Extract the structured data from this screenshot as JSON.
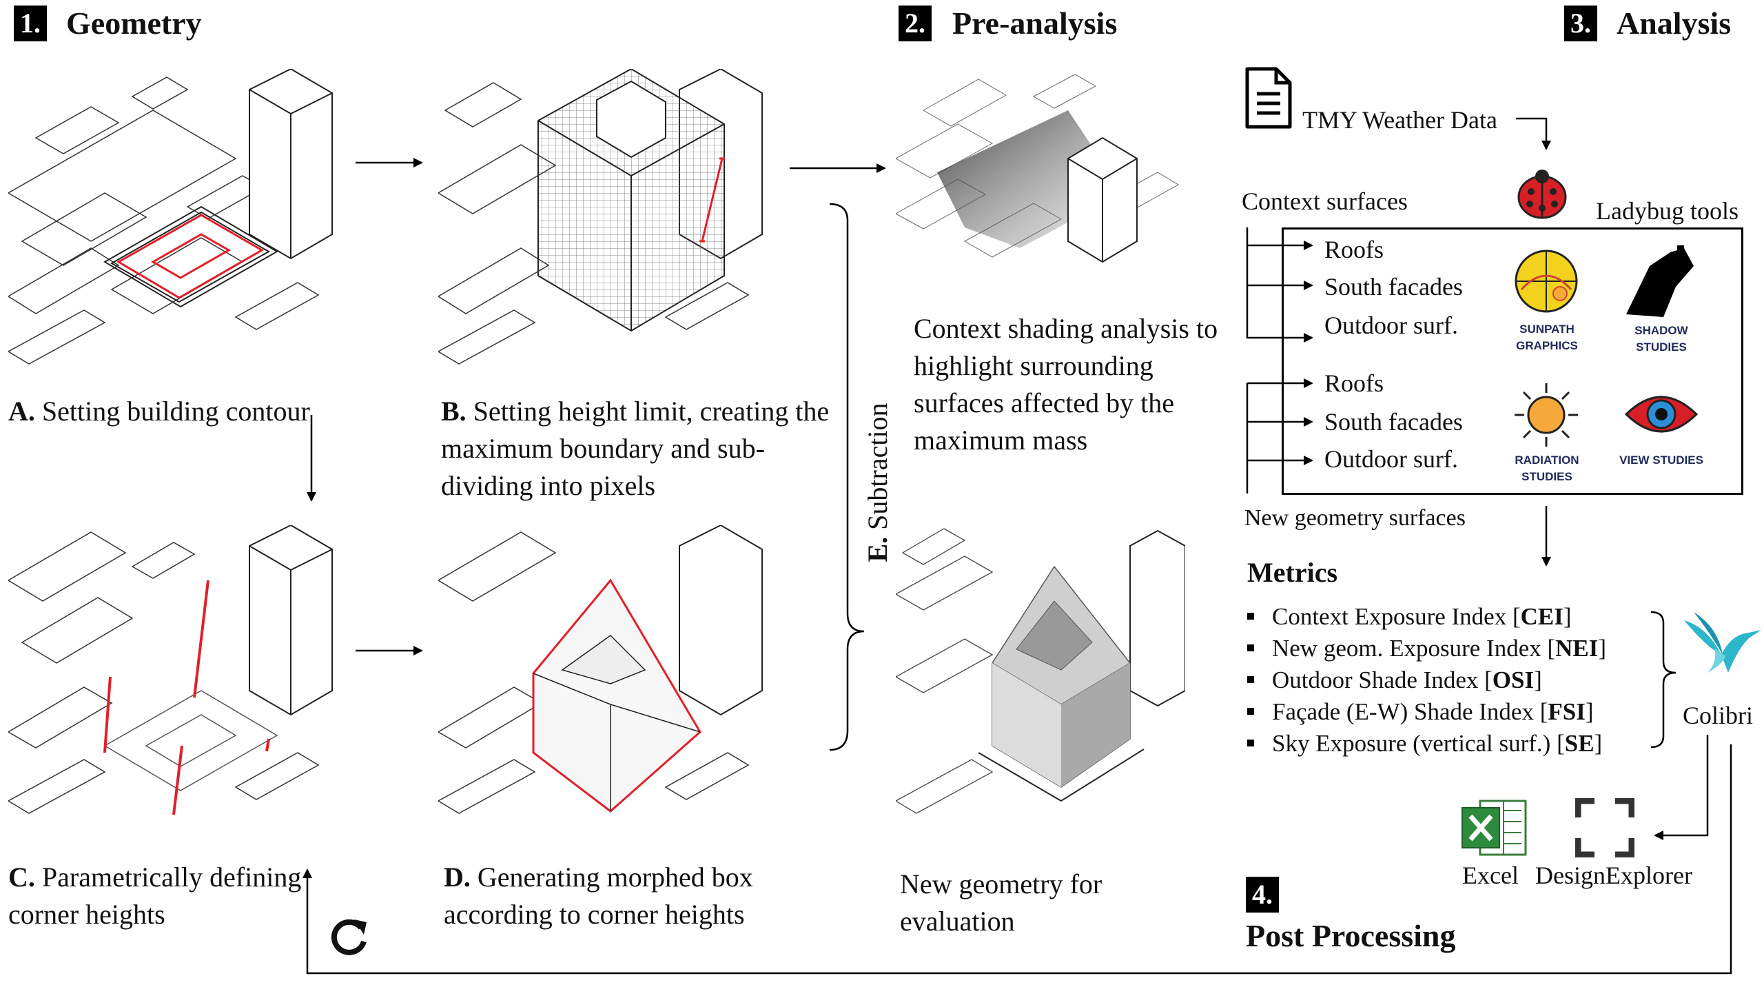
{
  "sections": {
    "geometry": {
      "num": "1.",
      "title": "Geometry"
    },
    "preanalysis": {
      "num": "2.",
      "title": "Pre-analysis"
    },
    "analysis": {
      "num": "3.",
      "title": "Analysis"
    },
    "postprocessing": {
      "num": "4.",
      "title": "Post Processing"
    }
  },
  "captions": {
    "a_letter": "A.",
    "a_text": " Setting building contour",
    "b_letter": "B.",
    "b_text": " Setting height limit, creating the maximum boundary and sub-dividing into pixels",
    "c_letter": "C.",
    "c_text": " Parametrically defining corner heights",
    "d_letter": "D.",
    "d_text": " Generating morphed box according to corner heights",
    "e_letter": "E.",
    "e_text": " Subtraction",
    "pre_top": "Context shading analysis to highlight surrounding surfaces affected by the maximum mass",
    "pre_bottom": "New geometry for evaluation"
  },
  "analysis": {
    "weather": "TMY Weather Data",
    "context_surfaces": "Context surfaces",
    "ladybug": "Ladybug tools",
    "new_geometry_surfaces": "New geometry surfaces",
    "context_items": [
      "Roofs",
      "South facades",
      "Outdoor surf."
    ],
    "new_items": [
      "Roofs",
      "South facades",
      "Outdoor surf."
    ],
    "tools": {
      "sunpath": [
        "SUNPATH",
        "GRAPHICS"
      ],
      "shadow": [
        "SHADOW",
        "STUDIES"
      ],
      "radiation": [
        "RADIATION",
        "STUDIES"
      ],
      "view": [
        "VIEW STUDIES"
      ]
    }
  },
  "metrics": {
    "title": "Metrics",
    "items": [
      {
        "text": "Context Exposure Index [",
        "abbr": "CEI",
        "end": "]"
      },
      {
        "text": "New geom. Exposure Index [",
        "abbr": "NEI",
        "end": "]"
      },
      {
        "text": "Outdoor Shade Index [",
        "abbr": "OSI",
        "end": "]"
      },
      {
        "text": "Façade (E-W) Shade Index [",
        "abbr": "FSI",
        "end": "]"
      },
      {
        "text": "Sky Exposure (vertical surf.) [",
        "abbr": "SE",
        "end": "]"
      }
    ]
  },
  "tools": {
    "colibri": "Colibri",
    "excel": "Excel",
    "designexplorer": "DesignExplorer"
  },
  "icons": [
    "document-icon",
    "ladybug-icon",
    "sunpath-icon",
    "shadow-icon",
    "radiation-icon",
    "eye-icon",
    "colibri-bird-icon",
    "excel-icon",
    "design-explorer-icon",
    "refresh-icon"
  ],
  "colors": {
    "accent_red": "#e0202a",
    "black": "#000000",
    "sun_yellow": "#f3d21e",
    "sun_orange": "#f5a93a",
    "colibri_teal": "#2bb6c9"
  }
}
